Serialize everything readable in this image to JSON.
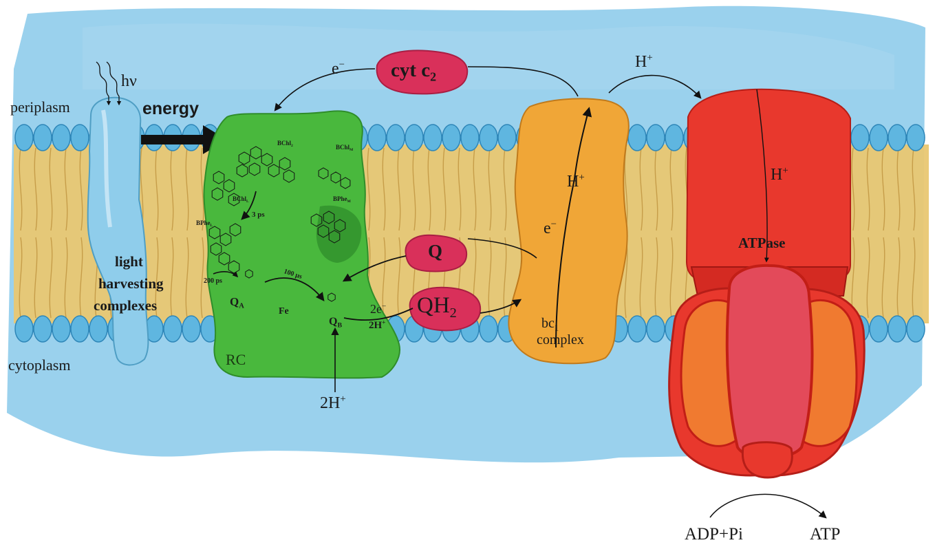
{
  "regions": {
    "periplasm": "periplasm",
    "cytoplasm": "cytoplasm"
  },
  "light": {
    "photon": "hν",
    "energy": "energy"
  },
  "lh_complex": {
    "line1": "light",
    "line2": "harvesting",
    "line3": "complexes"
  },
  "rc": {
    "label": "RC",
    "bchl_l": "BChl",
    "bchl_l_sub": "L",
    "bchl_m": "BChl",
    "bchl_m_sub": "M",
    "bchl_2": "BChl",
    "bchl_2_sub": "2",
    "bphe_l": "BPhe",
    "bphe_l_sub": "L",
    "bphe_m": "BPhe",
    "bphe_m_sub": "M",
    "t1": "3 ps",
    "t2": "200 ps",
    "t3": "100 μs",
    "qa": "Q",
    "qa_sub": "A",
    "qb": "Q",
    "qb_sub": "B",
    "fe": "Fe"
  },
  "cyt": {
    "text": "cyt c",
    "sub": "2"
  },
  "quinone": {
    "q": "Q",
    "qh2": "QH",
    "qh2_sub": "2",
    "e2": "2e",
    "e2_sup": "−",
    "h2": "2H",
    "h2_sup": "+"
  },
  "bc1": {
    "line1": "bc",
    "line1_sub": "1",
    "line2": "complex"
  },
  "atpase": {
    "label": "ATPase"
  },
  "species": {
    "e_top": "e",
    "e_top_sup": "−",
    "e_bc": "e",
    "e_bc_sup": "−",
    "h_bc": "H",
    "h_bc_sup": "+",
    "h_top": "H",
    "h_top_sup": "+",
    "h_atp": "H",
    "h_atp_sup": "+",
    "h_bottom": "2H",
    "h_bottom_sup": "+"
  },
  "products": {
    "adp": "ADP+Pi",
    "atp": "ATP"
  },
  "colors": {
    "water": "#7ec4e8",
    "lipid_tail": "#e9c772",
    "lipid_head": "#5fb6e0",
    "lh": "#8fcdeb",
    "rc": "#49b83d",
    "rc_dark": "#2d8a2a",
    "cyt": "#d9305a",
    "bc1": "#f0a637",
    "atpase": "#e8382d",
    "atpase_inner": "#e34a5a",
    "atpase_mid": "#f07a30"
  }
}
